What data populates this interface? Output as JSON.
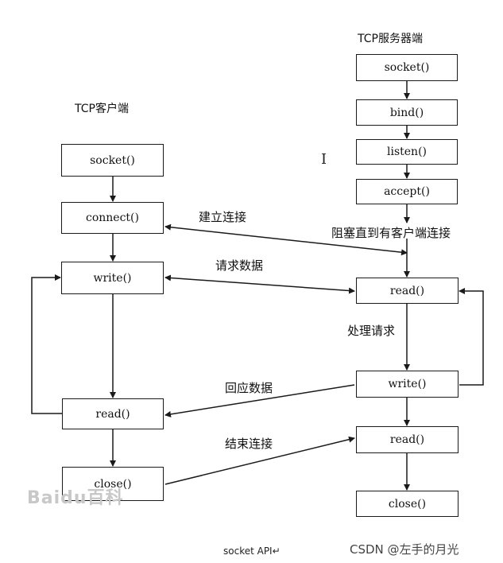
{
  "client": {
    "title": "TCP客户端",
    "socket": "socket()",
    "connect": "connect()",
    "write": "write()",
    "read": "read()",
    "close": "close()"
  },
  "server": {
    "title": "TCP服务器端",
    "socket": "socket()",
    "bind": "bind()",
    "listen": "listen()",
    "accept": "accept()",
    "read1": "read()",
    "write": "write()",
    "read2": "read()",
    "close": "close()"
  },
  "labels": {
    "establish": "建立连接",
    "block": "阻塞直到有客户端连接",
    "request": "请求数据",
    "process": "处理请求",
    "reply": "回应数据",
    "end": "结束连接"
  },
  "cursor_glyph": "I",
  "watermark": "Baidu百科",
  "caption": "socket API↵",
  "credit": "CSDN @左手的月光"
}
